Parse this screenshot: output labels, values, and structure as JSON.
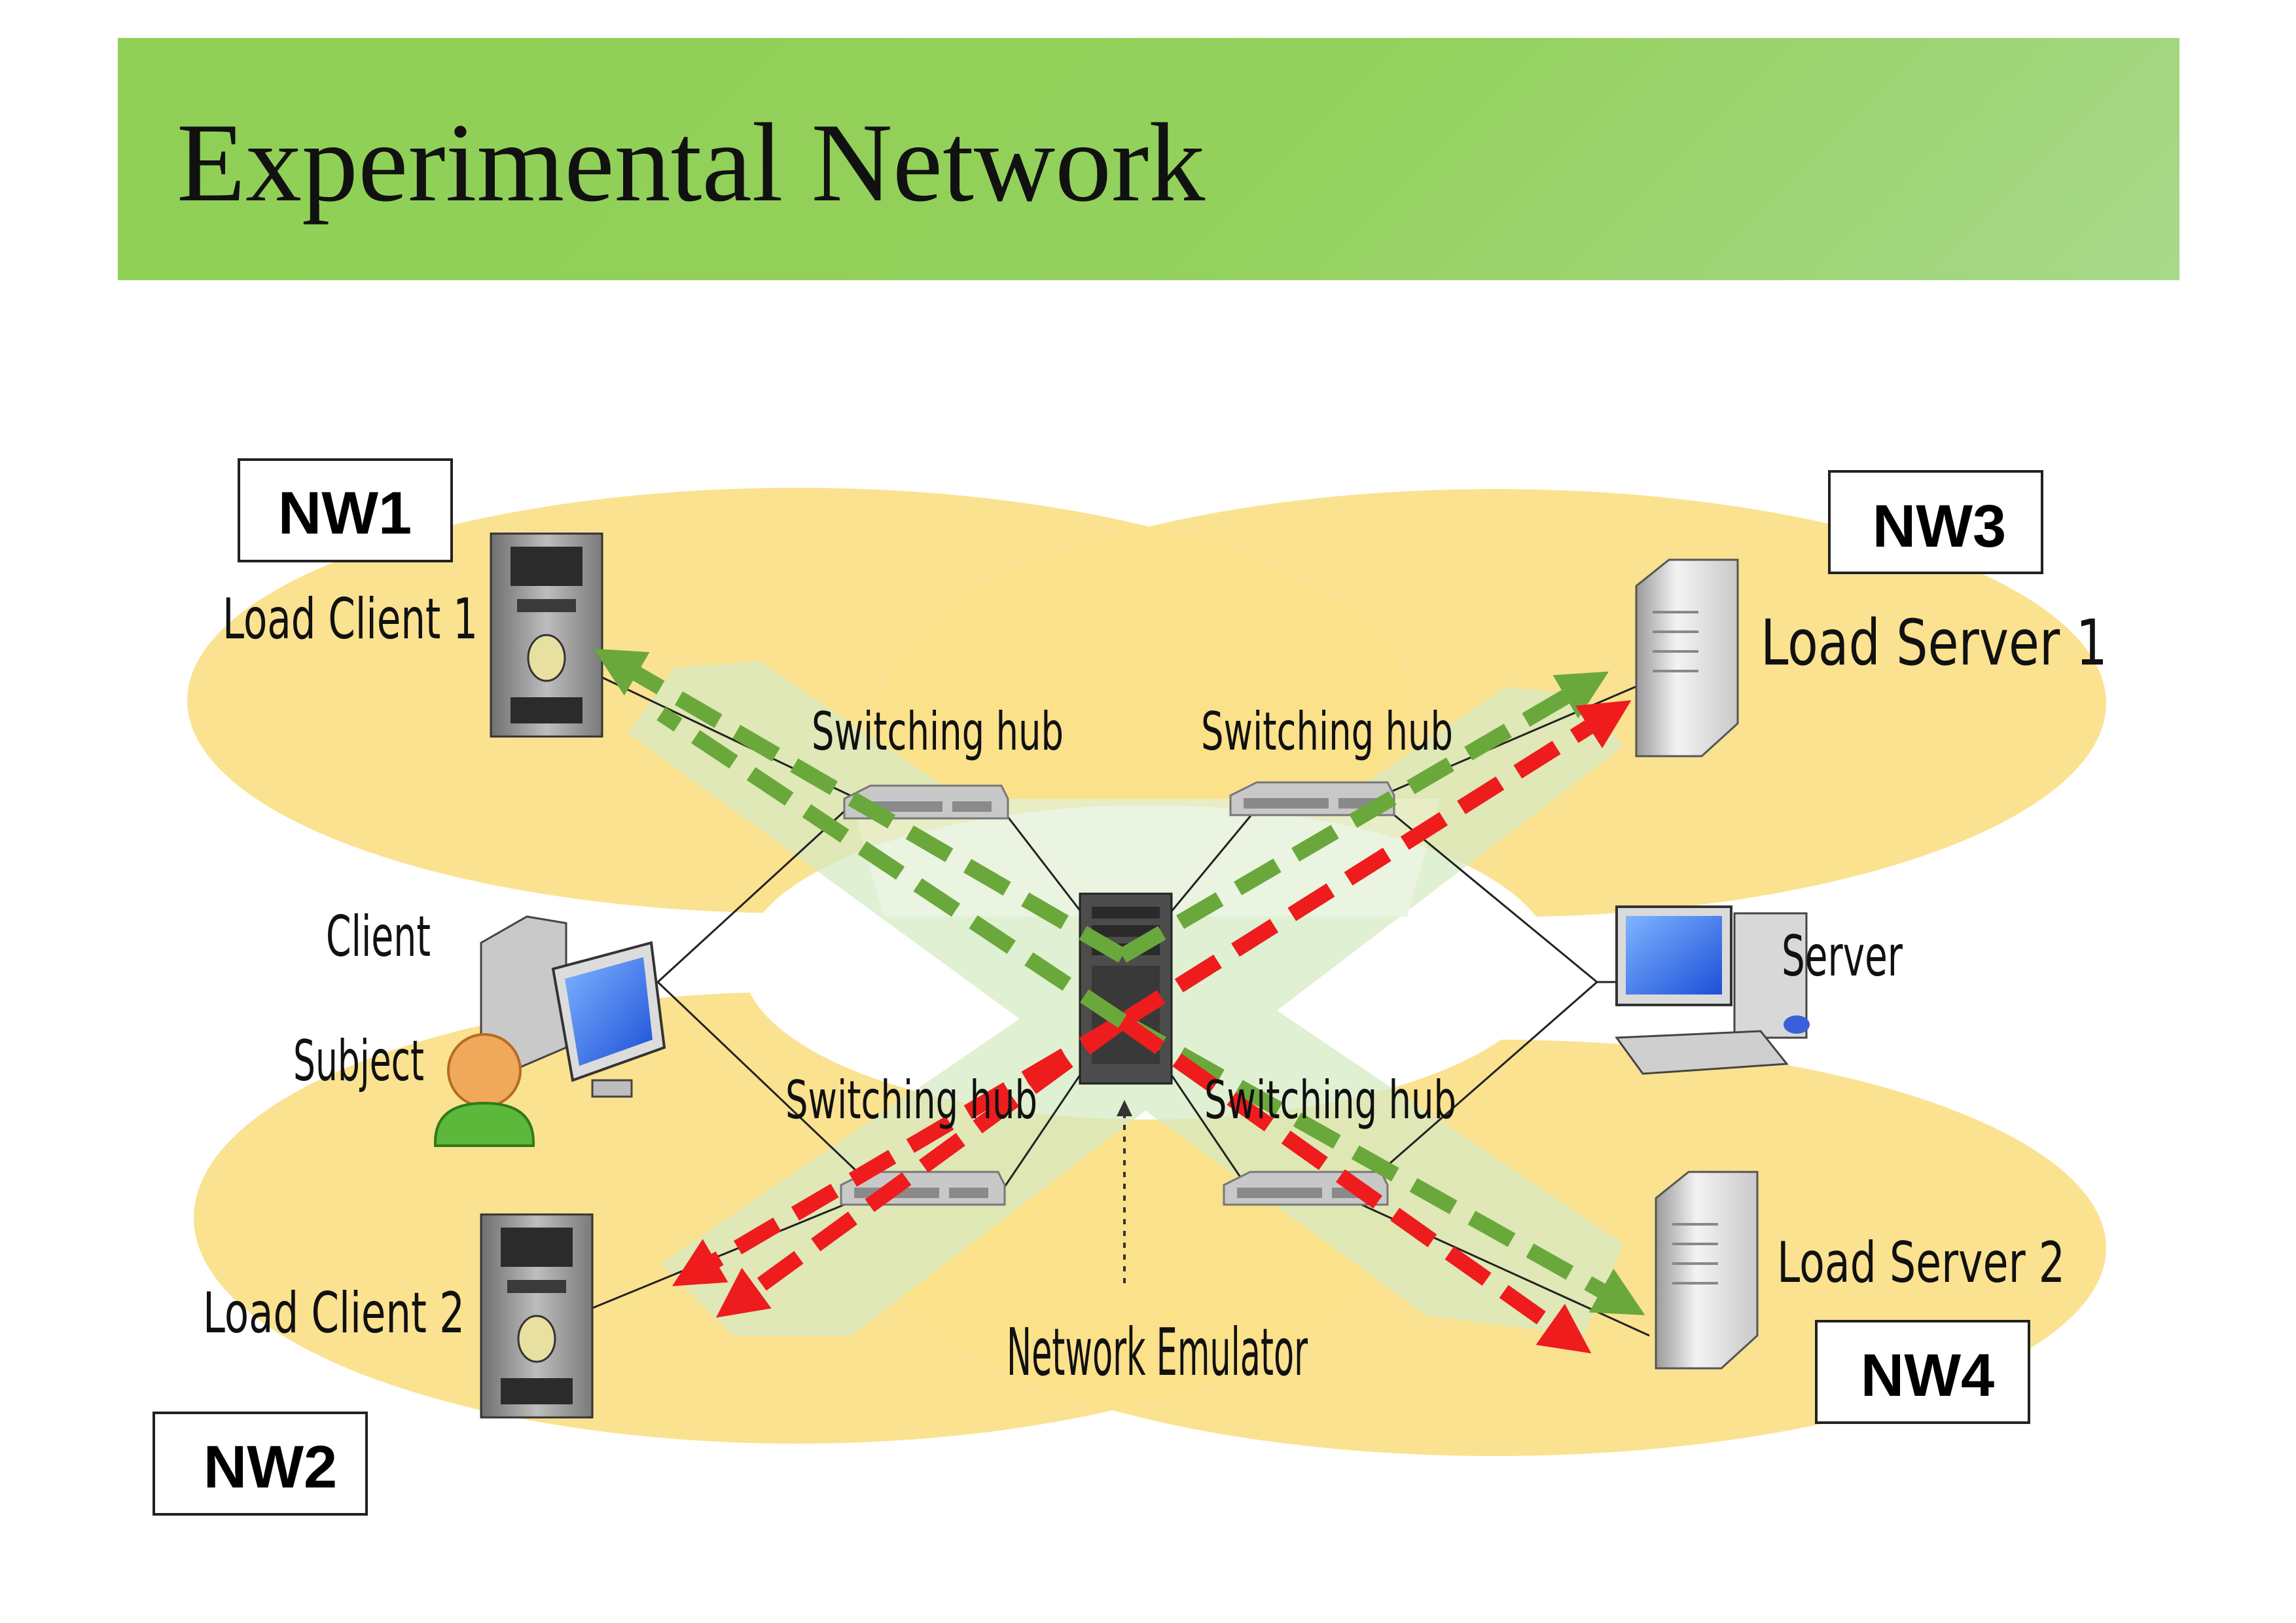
{
  "title": "Experimental Network",
  "networks": {
    "nw1": "NW1",
    "nw2": "NW2",
    "nw3": "NW3",
    "nw4": "NW4"
  },
  "nodes": {
    "load_client_1": "Load Client 1",
    "load_client_2": "Load Client 2",
    "load_server_1": "Load Server 1",
    "load_server_2": "Load Server 2",
    "client": "Client",
    "subject": "Subject",
    "server": "Server",
    "network_emulator": "Network Emulator",
    "switch_nw1": "Switching hub",
    "switch_nw2": "Switching hub",
    "switch_nw3": "Switching hub",
    "switch_nw4": "Switching hub"
  },
  "colors": {
    "title_bar": "#93d15c",
    "network_zone": "#fbe08a",
    "green_flow": "#6aa83c",
    "red_flow": "#ee1c1c",
    "highlight": "#d6ebc3"
  },
  "icons": {
    "tower": "desktop-tower-icon",
    "server": "server-icon",
    "switch": "switching-hub-icon",
    "workstation": "workstation-icon",
    "person": "person-icon"
  }
}
